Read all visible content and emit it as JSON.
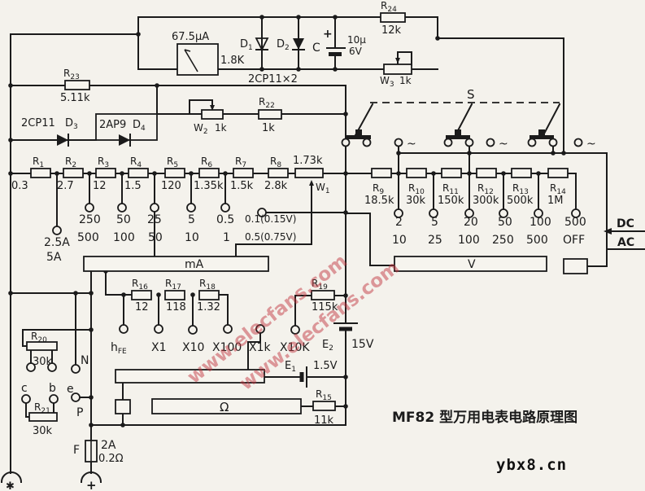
{
  "title": "MF82 型万用电表电路原理图",
  "site": "ybx8.cn",
  "watermark": "www.elecfans.com",
  "meter": {
    "range": "67.5µA",
    "internal": "1.8K"
  },
  "cap": {
    "name": "C",
    "plus": "+",
    "value": "10μ",
    "volt": "6V"
  },
  "diode_pair": "2CP11×2",
  "parts": {
    "r1": [
      "R",
      "1",
      "0.3"
    ],
    "r2": [
      "R",
      "2",
      "2.7"
    ],
    "r3": [
      "R",
      "3",
      "12"
    ],
    "r4": [
      "R",
      "4",
      "1.5"
    ],
    "r5": [
      "R",
      "5",
      "120"
    ],
    "r6": [
      "R",
      "6",
      "1.35k"
    ],
    "r7": [
      "R",
      "7",
      "1.5k"
    ],
    "r8": [
      "R",
      "8",
      "2.8k"
    ],
    "r9": [
      "R",
      "9",
      "18.5k"
    ],
    "r10": [
      "R",
      "10",
      "30k"
    ],
    "r11": [
      "R",
      "11",
      "150k"
    ],
    "r12": [
      "R",
      "12",
      "300k"
    ],
    "r13": [
      "R",
      "13",
      "500k"
    ],
    "r14": [
      "R",
      "14",
      "1M"
    ],
    "r15": [
      "R",
      "15",
      "11k"
    ],
    "r16": [
      "R",
      "16",
      "12"
    ],
    "r17": [
      "R",
      "17",
      "118"
    ],
    "r18": [
      "R",
      "18",
      "1.32"
    ],
    "r19": [
      "R",
      "19",
      "115k"
    ],
    "r20": [
      "R",
      "20",
      "30k"
    ],
    "r21": [
      "R",
      "21",
      "30k"
    ],
    "r22": [
      "R",
      "22",
      "1k"
    ],
    "r23": [
      "R",
      "23",
      "5.11k"
    ],
    "r24": [
      "R",
      "24",
      "12k"
    ],
    "w1": [
      "W",
      "1",
      "1.73k"
    ],
    "w2": [
      "W",
      "2",
      "1k"
    ],
    "w3": [
      "W",
      "3",
      "1k"
    ],
    "d1": [
      "D",
      "1"
    ],
    "d2": [
      "D",
      "2"
    ],
    "d3": [
      "D",
      "3",
      "2CP11"
    ],
    "d4": [
      "D",
      "4",
      "2AP9"
    ],
    "e1": [
      "E",
      "1",
      "1.5V"
    ],
    "e2": [
      "E",
      "2",
      "15V"
    ]
  },
  "ranges": {
    "ma": [
      [
        "250",
        "500"
      ],
      [
        "50",
        "100"
      ],
      [
        "25",
        "50"
      ],
      [
        "5",
        "10"
      ],
      [
        "0.5",
        "1"
      ],
      [
        "0.1(0.15V)",
        "0.5(0.75V)"
      ]
    ],
    "amp": [
      "2.5A",
      "5A"
    ],
    "v": [
      [
        "2",
        "10"
      ],
      [
        "5",
        "25"
      ],
      [
        "20",
        "100"
      ],
      [
        "50",
        "250"
      ],
      [
        "100",
        "500"
      ],
      [
        "500",
        "OFF"
      ]
    ]
  },
  "bars": {
    "ma": "mA",
    "v": "V",
    "ohm": "Ω"
  },
  "sw": {
    "label": "S",
    "tilde": "~"
  },
  "mode": {
    "dc": "DC",
    "ac": "AC"
  },
  "multipliers": {
    "hfe": [
      "h",
      "FE"
    ],
    "x1": "X1",
    "x10": "X10",
    "x100": "X100",
    "x1k": "X1k",
    "x10k": "X10K"
  },
  "pins": {
    "n": "N",
    "c": "c",
    "b": "b",
    "e": "e",
    "p": "P"
  },
  "fuse": {
    "label": "F",
    "amp": "2A",
    "res": "0.2Ω"
  },
  "jacks": {
    "plus": "+",
    "star": "✱"
  }
}
